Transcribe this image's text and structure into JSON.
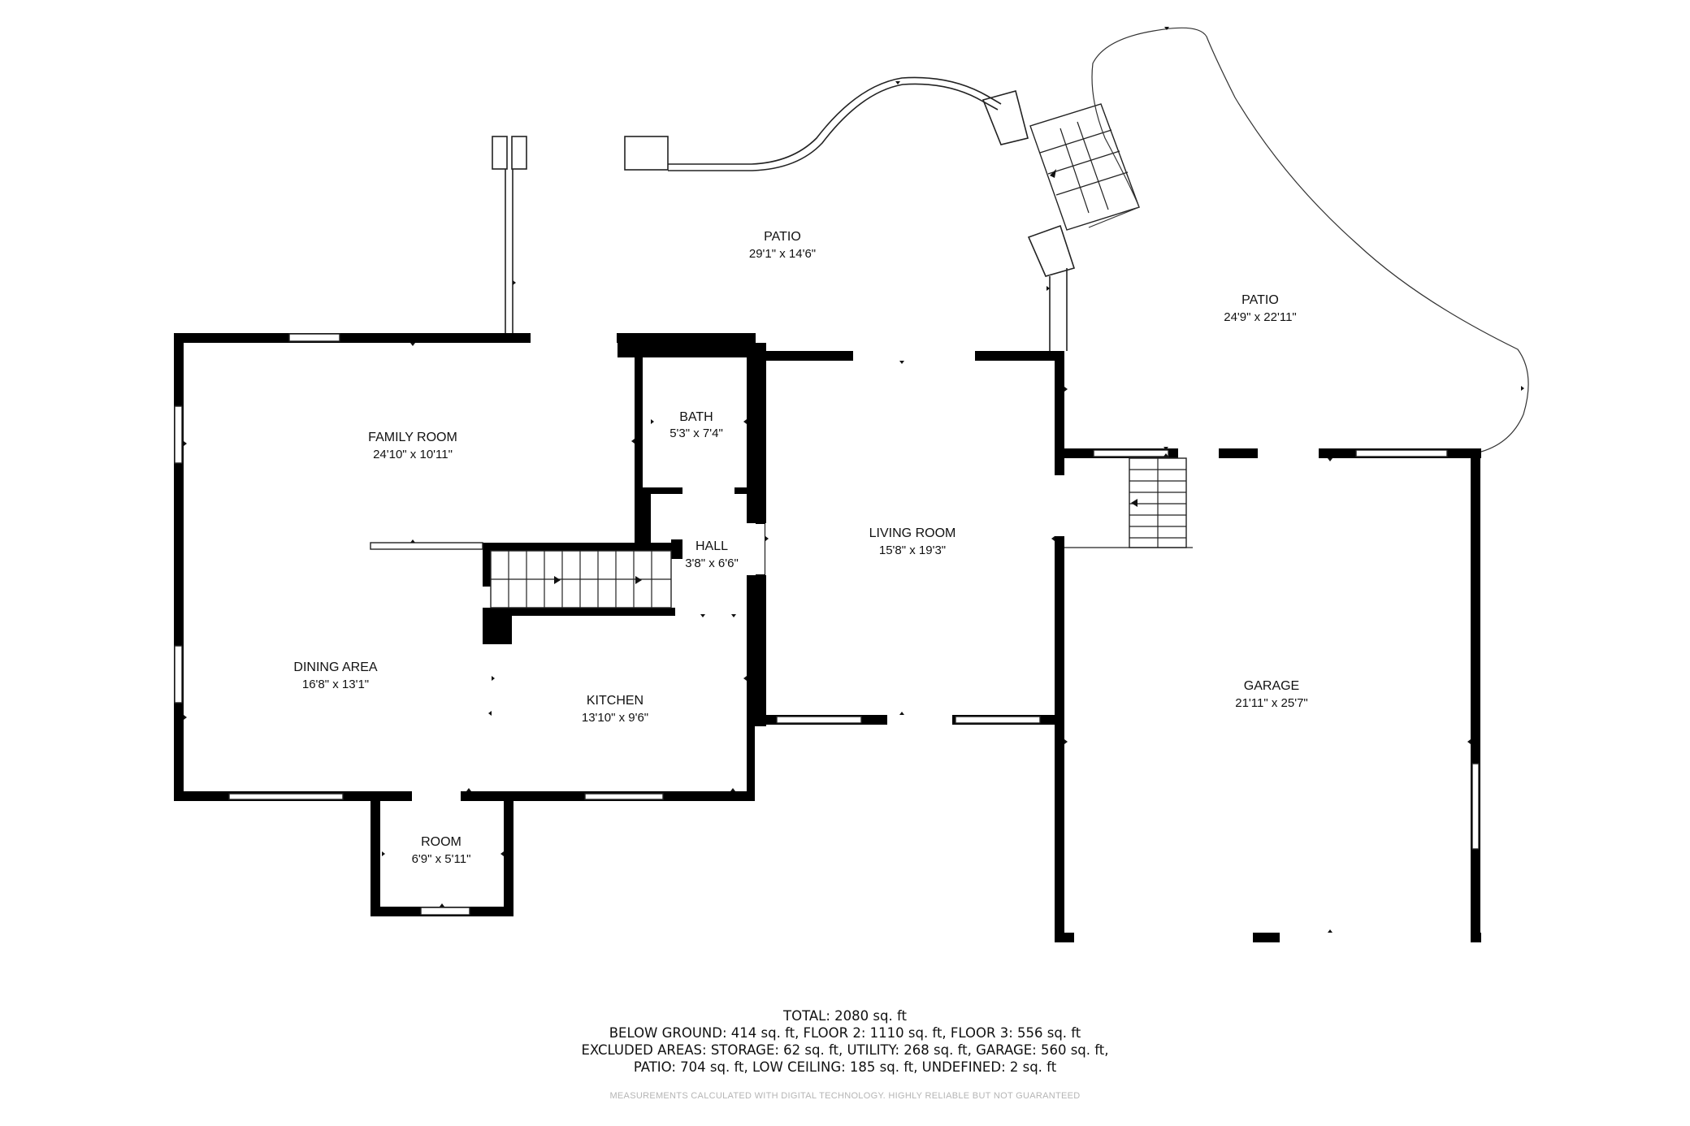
{
  "rooms": {
    "patio_a": {
      "name": "PATIO",
      "dims": "29'1\" x 14'6\""
    },
    "patio_b": {
      "name": "PATIO",
      "dims": "24'9\" x 22'11\""
    },
    "family_room": {
      "name": "FAMILY ROOM",
      "dims": "24'10\" x 10'11\""
    },
    "bath": {
      "name": "BATH",
      "dims": "5'3\" x 7'4\""
    },
    "hall": {
      "name": "HALL",
      "dims": "3'8\" x 6'6\""
    },
    "living_room": {
      "name": "LIVING ROOM",
      "dims": "15'8\" x 19'3\""
    },
    "garage": {
      "name": "GARAGE",
      "dims": "21'11\" x 25'7\""
    },
    "dining_area": {
      "name": "DINING AREA",
      "dims": "16'8\" x 13'1\""
    },
    "kitchen": {
      "name": "KITCHEN",
      "dims": "13'10\" x 9'6\""
    },
    "room": {
      "name": "ROOM",
      "dims": "6'9\" x 5'11\""
    }
  },
  "summary": {
    "line1": "TOTAL: 2080 sq. ft",
    "line2": "BELOW GROUND: 414 sq. ft, FLOOR 2: 1110 sq. ft, FLOOR 3: 556 sq. ft",
    "line3": "EXCLUDED AREAS: STORAGE: 62 sq. ft, UTILITY: 268 sq. ft, GARAGE: 560 sq. ft,",
    "line4": "PATIO: 704 sq. ft, LOW CEILING: 185 sq. ft, UNDEFINED: 2 sq. ft"
  },
  "disclaimer": "MEASUREMENTS CALCULATED WITH DIGITAL TECHNOLOGY. HIGHLY RELIABLE BUT NOT GUARANTEED"
}
